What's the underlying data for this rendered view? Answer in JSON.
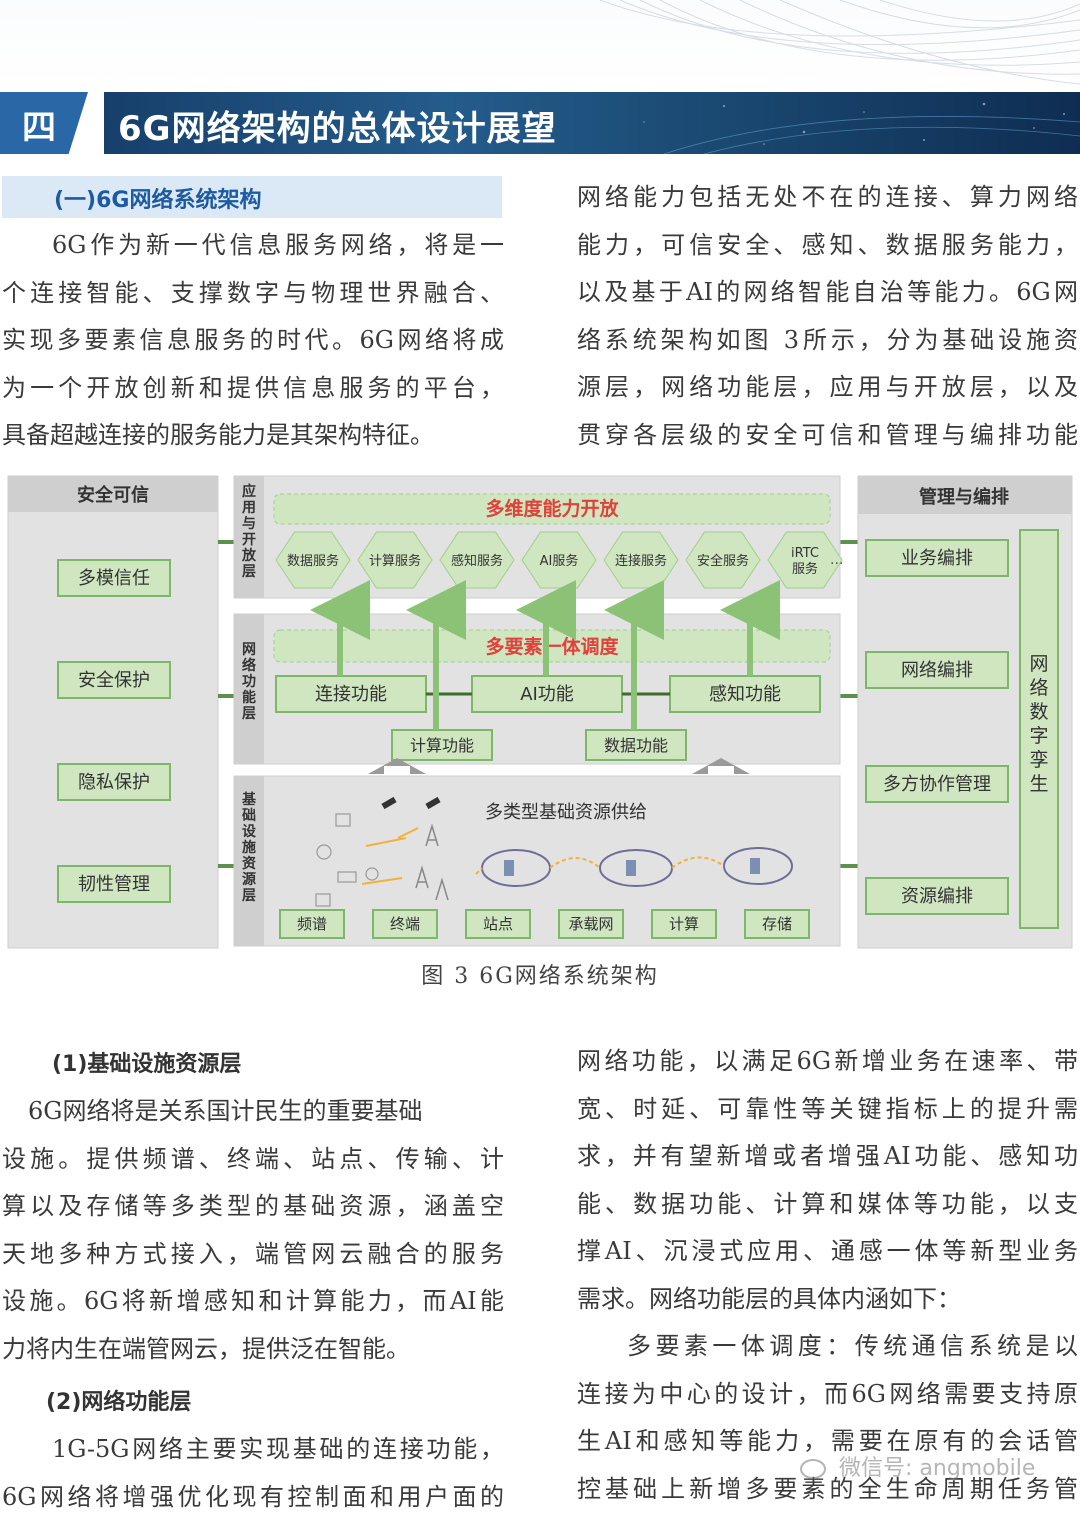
{
  "section": {
    "number": "四",
    "title": "6G网络架构的总体设计展望"
  },
  "subsection1": {
    "title": "(一)6G网络系统架构"
  },
  "col1_para": [
    "6G作为新一代信息服务网络，将是一",
    "个连接智能、支撑数字与物理世界融合、",
    "实现多要素信息服务的时代。6G网络将成",
    "为一个开放创新和提供信息服务的平台，",
    "具备超越连接的服务能力是其架构特征。"
  ],
  "col2_para": [
    "网络能力包括无处不在的连接、算力网络",
    "能力，可信安全、感知、数据服务能力，",
    "以及基于AI的网络智能自治等能力。6G网",
    "络系统架构如图 3所示，分为基础设施资",
    "源层，网络功能层，应用与开放层，以及",
    "贯穿各层级的安全可信和管理与编排功能"
  ],
  "diagram": {
    "security": {
      "title": "安全可信",
      "items": [
        "多模信任",
        "安全保护",
        "隐私保护",
        "韧性管理"
      ]
    },
    "management": {
      "title": "管理与编排",
      "items": [
        "业务编排",
        "网络编排",
        "多方协作管理",
        "资源编排"
      ],
      "twin": "网络数字孪生"
    },
    "app_layer": {
      "label": "应用与开放层",
      "banner": "多维度能力开放",
      "services": [
        "数据服务",
        "计算服务",
        "感知服务",
        "AI服务",
        "连接服务",
        "安全服务",
        "iRTC服务"
      ],
      "ellipsis": "..."
    },
    "func_layer": {
      "label": "网络功能层",
      "banner": "多要素一体调度",
      "functions": [
        "连接功能",
        "AI功能",
        "感知功能"
      ],
      "sub_functions": [
        "计算功能",
        "数据功能"
      ]
    },
    "infra_layer": {
      "label": "基础设施资源层",
      "title": "多类型基础资源供给",
      "items": [
        "频谱",
        "终端",
        "站点",
        "承载网",
        "计算",
        "存储"
      ]
    },
    "colors": {
      "panel": "#e2e2e2",
      "header": "#cfcfcf",
      "green_box": "#cfe6c1",
      "green_border": "#7cb868",
      "arrow": "#8cc276",
      "red_text": "#e0413a"
    }
  },
  "caption": "图 3 6G网络系统架构",
  "subsection_infra": {
    "title": "(1)基础设施资源层"
  },
  "col1_para2": [
    "6G网络将是关系国计民生的重要基础",
    "设施。提供频谱、终端、站点、传输、计",
    "算以及存储等多类型的基础资源，涵盖空",
    "天地多种方式接入，端管网云融合的服务",
    "设施。6G将新增感知和计算能力，而AI能",
    "力将内生在端管网云，提供泛在智能。"
  ],
  "subsection_func": {
    "title": "(2)网络功能层"
  },
  "col1_para3": [
    "1G-5G网络主要实现基础的连接功能，",
    "6G网络将增强优化现有控制面和用户面的"
  ],
  "col2_para2": [
    "网络功能，以满足6G新增业务在速率、带",
    "宽、时延、可靠性等关键指标上的提升需",
    "求，并有望新增或者增强AI功能、感知功",
    "能、数据功能、计算和媒体等功能，以支",
    "撑AI、沉浸式应用、通感一体等新型业务",
    "需求。网络功能层的具体内涵如下："
  ],
  "col2_para3": [
    "多要素一体调度：传统通信系统是以",
    "连接为中心的设计，而6G网络需要支持原",
    "生AI和感知等能力，需要在原有的会话管",
    "控基础上新增多要素的全生命周期任务管"
  ],
  "watermark": "微信号: angmobile"
}
